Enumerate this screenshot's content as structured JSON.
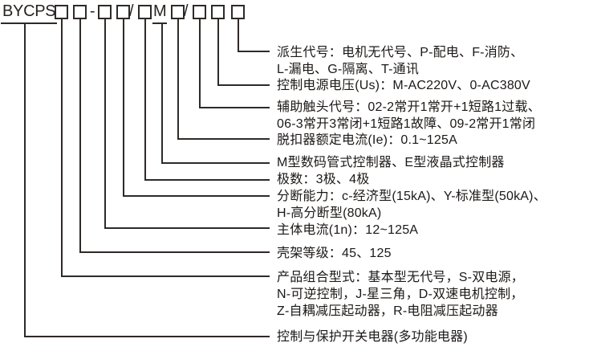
{
  "model": {
    "prefix": "BYCPS",
    "dash": "-",
    "slash1": "/",
    "letter_m": "M",
    "slash2": "/"
  },
  "labels": [
    {
      "text": "派生代号：电机无代号、P-配电、F-消防、\nL-漏电、G-隔离、T-通讯"
    },
    {
      "text": "控制电源电压(Us)：M-AC220V、0-AC380V"
    },
    {
      "text": "辅助触头代号：02-2常开1常开+1短路1过载、\n06-3常开3常闭+1短路1故障、09-2常开1常闭"
    },
    {
      "text": "脱扣器额定电流(Ie)：0.1~125A"
    },
    {
      "text": "M型数码管式控制器、E型液晶式控制器"
    },
    {
      "text": "极数：3极、4极"
    },
    {
      "text": "分断能力：c-经济型(15kA)、Y-标准型(50kA)、\nH-高分断型(80kA)"
    },
    {
      "text": "主体电流(1n)：12~125A"
    },
    {
      "text": "壳架等级：45、125"
    },
    {
      "text": "产品组合型式：基本型无代号，S-双电源，\nN-可逆控制，J-星三角，D-双速电机控制，\nZ-自耦减压起动器，R-电阻减压起动器"
    },
    {
      "text": "控制与保护开关电器(多功能电器)"
    }
  ],
  "colors": {
    "line": "#2e2a28",
    "text": "#1c1917",
    "background": "#ffffff"
  }
}
